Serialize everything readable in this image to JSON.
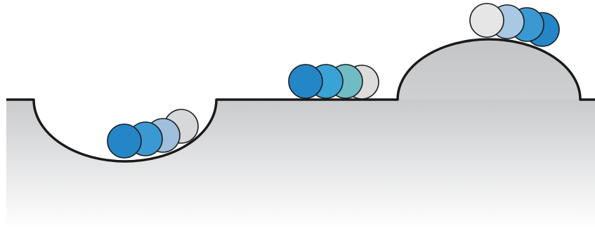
{
  "colors": {
    "background": "#ffffff",
    "terrain_outline": "#1a1a1a",
    "terrain_fill_top": "#c9cacc",
    "terrain_fill_bottom": "#ffffff",
    "dome_fill_top": "#c4c5c7",
    "ball_stroke": "#1c1c1c"
  },
  "terrain": {
    "features": [
      "well",
      "flat-plateau",
      "dome"
    ]
  },
  "ball_groups": [
    {
      "name": "well-balls",
      "balls": [
        {
          "color": "#d7d8d9"
        },
        {
          "color": "#9fbfdc"
        },
        {
          "color": "#3a99d3"
        },
        {
          "color": "#2486c7"
        }
      ]
    },
    {
      "name": "plateau-balls",
      "balls": [
        {
          "color": "#dcdcdc"
        },
        {
          "color": "#6fbcc4"
        },
        {
          "color": "#3aa3d6"
        },
        {
          "color": "#2486c7"
        }
      ]
    },
    {
      "name": "dome-balls",
      "balls": [
        {
          "color": "#2486c7"
        },
        {
          "color": "#3a99d3"
        },
        {
          "color": "#a9c8e4"
        },
        {
          "color": "#e6e6e6"
        }
      ]
    }
  ]
}
